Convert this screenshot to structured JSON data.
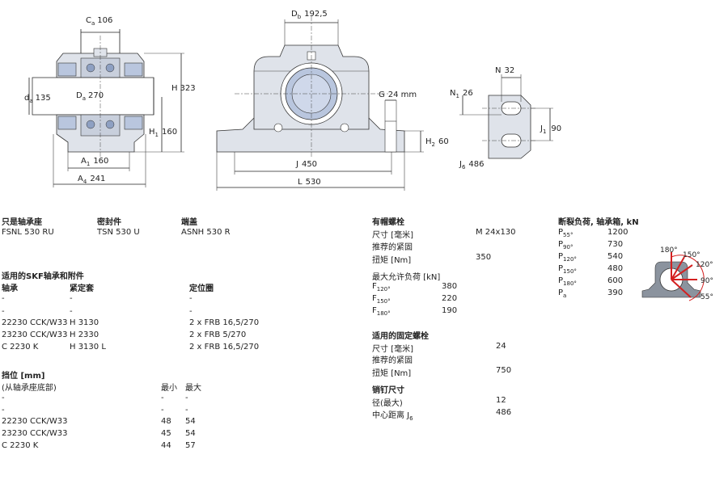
{
  "dims": {
    "ca": "106",
    "db": "192,5",
    "h": "323",
    "da_small": "135",
    "da_big": "270",
    "h1": "160",
    "a1": "160",
    "a4": "241",
    "g": "24 mm",
    "h2": "60",
    "j": "450",
    "l": "530",
    "n": "32",
    "n1": "26",
    "j1": "90",
    "j6": "486"
  },
  "labels": {
    "ca": "C",
    "ca_sub": "a",
    "db": "D",
    "db_sub": "b",
    "h": "H",
    "da_small": "d",
    "da_small_sub": "a",
    "da_big": "D",
    "da_big_sub": "a",
    "h1": "H",
    "h1_sub": "1",
    "a1": "A",
    "a1_sub": "1",
    "a4": "A",
    "a4_sub": "4",
    "g": "G",
    "h2": "H",
    "h2_sub": "2",
    "j": "J",
    "l": "L",
    "n": "N",
    "n1": "N",
    "n1_sub": "1",
    "j1": "J",
    "j1_sub": "1",
    "j6": "J",
    "j6_sub": "6"
  },
  "housing": {
    "headers": [
      "只是轴承座",
      "密封件",
      "端盖"
    ],
    "values": [
      "FSNL 530 RU",
      "TSN 530 U",
      "ASNH 530 R"
    ]
  },
  "accessories": {
    "title": "适用的SKF轴承和附件",
    "headers": [
      "轴承",
      "紧定套",
      "定位圈"
    ],
    "rows": [
      [
        "-",
        "-",
        "-"
      ],
      [
        "-",
        "-",
        "-"
      ],
      [
        "22230 CCK/W33",
        "H 3130",
        "2 x FRB 16,5/270"
      ],
      [
        "23230 CCK/W33",
        "H 2330",
        "2 x FRB 5/270"
      ],
      [
        "C 2230 K",
        "H 3130 L",
        "2 x FRB 16,5/270"
      ]
    ]
  },
  "shoulder": {
    "title": "挡位 [mm]",
    "subtitle": "(从轴承座底部)",
    "col_min": "最小",
    "col_max": "最大",
    "rows": [
      [
        "-",
        "-",
        "-"
      ],
      [
        "-",
        "-",
        "-"
      ],
      [
        "22230 CCK/W33",
        "48",
        "54"
      ],
      [
        "23230 CCK/W33",
        "45",
        "54"
      ],
      [
        "C 2230 K",
        "44",
        "57"
      ]
    ]
  },
  "cap_bolts": {
    "title": "有帽螺栓",
    "size_label": "尺寸 [毫米]",
    "size_value": "M 24x130",
    "torque_rec_label": "推荐的紧固",
    "torque_label": "扭矩 [Nm]",
    "torque_value": "350",
    "load_title": "最大允许负荷 [kN]",
    "loads": [
      {
        "p": "F",
        "sub": "120°",
        "value": "380"
      },
      {
        "p": "F",
        "sub": "150°",
        "value": "220"
      },
      {
        "p": "F",
        "sub": "180°",
        "value": "190"
      }
    ]
  },
  "attach_bolts": {
    "title": "适用的固定螺栓",
    "size_label": "尺寸 [毫米]",
    "size_value": "24",
    "torque_rec_label": "推荐的紧固",
    "torque_label": "扭矩 [Nm]",
    "torque_value": "750"
  },
  "dowel": {
    "title": "销钉尺寸",
    "dia_label": "径(最大)",
    "dia_value": "12",
    "dist_label": "中心距离 J",
    "dist_sub": "6",
    "dist_value": "486"
  },
  "breaking": {
    "title": "断裂负荷, 轴承箱, kN",
    "rows": [
      {
        "p": "P",
        "sub": "55°",
        "value": "1200"
      },
      {
        "p": "P",
        "sub": "90°",
        "value": "730"
      },
      {
        "p": "P",
        "sub": "120°",
        "value": "540"
      },
      {
        "p": "P",
        "sub": "150°",
        "value": "480"
      },
      {
        "p": "P",
        "sub": "180°",
        "value": "600"
      },
      {
        "p": "P",
        "sub": "a",
        "value": "390"
      }
    ],
    "angles": [
      "180°",
      "150°",
      "120°",
      "90°",
      "55°"
    ]
  },
  "colors": {
    "housing_fill": "#dfe3ea",
    "bearing_fill": "#b9c6de",
    "angle_arrow": "#d42020"
  }
}
